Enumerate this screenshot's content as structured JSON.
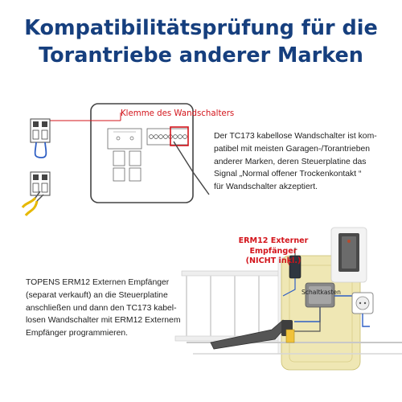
{
  "title": {
    "line1": "Kompatibilitätsprüfung für die",
    "line2": "Torantriebe anderer Marken"
  },
  "labels": {
    "wall_switch_terminal": "Klemme des Wandschalters",
    "receiver_line1": "ERM12 Externer",
    "receiver_line2": "Empfänger",
    "receiver_line3": "(NICHT inkl.)",
    "junction_box": "Schaltkasten"
  },
  "description_top": [
    "Der TC173 kabellose Wandschalter ist kom-",
    "patibel mit meisten Garagen-/Torantrieben",
    "anderer Marken, deren Steuerplatine das",
    "Signal „Normal offener Trockenkontakt “",
    "für Wandschalter akzeptiert."
  ],
  "description_bottom": [
    "TOPENS ERM12 Externen Empfänger",
    "(separat verkauft) an die Steuerplatine",
    "anschließen und dann den TC173 kabel-",
    "losen Wandschalter mit ERM12 Externem",
    "Empfänger programmieren."
  ],
  "colors": {
    "title": "#163f7e",
    "highlight": "#d3141b",
    "wire_blue": "#2f5fc4",
    "gate_frame": "#efe7b4"
  },
  "icons": [
    "control-board",
    "terminal-block",
    "wire-stripper",
    "wall-switch",
    "external-receiver",
    "gate-opener",
    "junction-box",
    "power-socket",
    "sliding-gate"
  ]
}
